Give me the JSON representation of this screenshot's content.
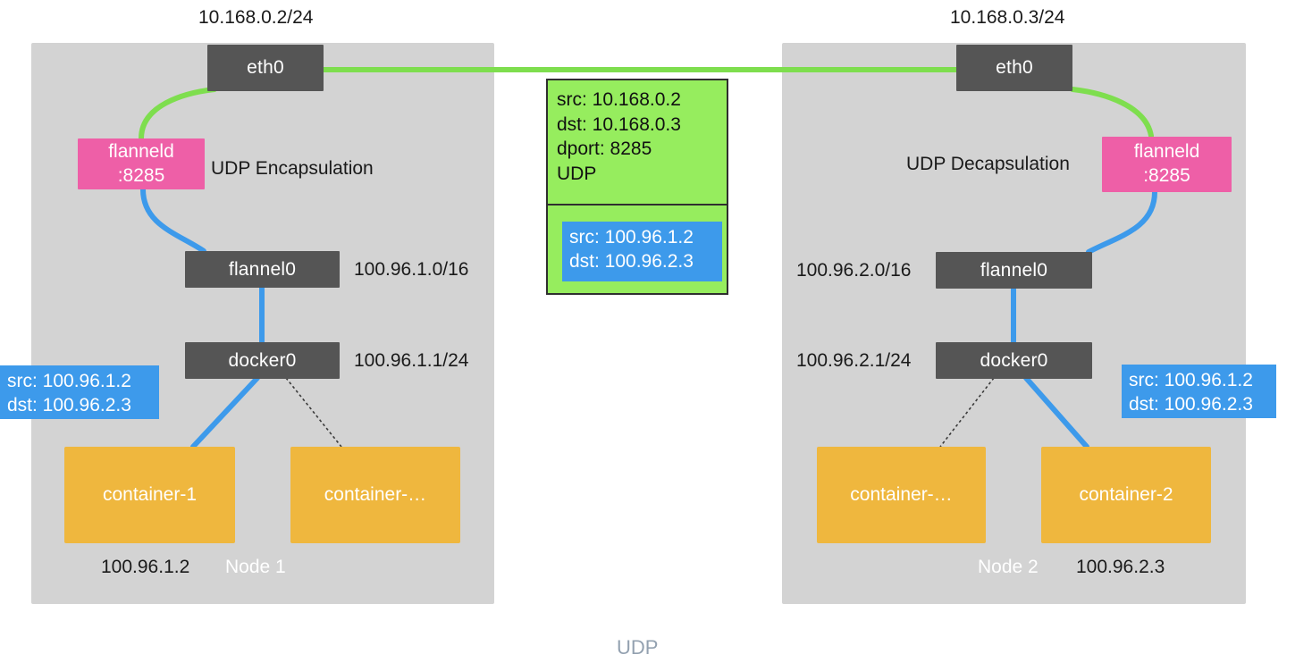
{
  "diagram": {
    "caption": "UDP",
    "nodes": [
      {
        "id": "node1",
        "name": "Node 1",
        "host_cidr": "10.168.0.2/24",
        "mode_label": "UDP Encapsulation",
        "interfaces": {
          "eth0": "eth0",
          "flanneld": {
            "name": "flanneld",
            "port": ":8285"
          },
          "flannel0": {
            "name": "flannel0",
            "cidr": "100.96.1.0/16"
          },
          "docker0": {
            "name": "docker0",
            "cidr": "100.96.1.1/24"
          }
        },
        "containers": [
          {
            "label": "container-1",
            "ip": "100.96.1.2"
          },
          {
            "label": "container-…",
            "ip": ""
          }
        ],
        "packet_tag": {
          "src": "src: 100.96.1.2",
          "dst": "dst: 100.96.2.3"
        }
      },
      {
        "id": "node2",
        "name": "Node 2",
        "host_cidr": "10.168.0.3/24",
        "mode_label": "UDP Decapsulation",
        "interfaces": {
          "eth0": "eth0",
          "flanneld": {
            "name": "flanneld",
            "port": ":8285"
          },
          "flannel0": {
            "name": "flannel0",
            "cidr": "100.96.2.0/16"
          },
          "docker0": {
            "name": "docker0",
            "cidr": "100.96.2.1/24"
          }
        },
        "containers": [
          {
            "label": "container-…",
            "ip": ""
          },
          {
            "label": "container-2",
            "ip": "100.96.2.3"
          }
        ],
        "packet_tag": {
          "src": "src: 100.96.1.2",
          "dst": "dst: 100.96.2.3"
        }
      }
    ],
    "packet": {
      "outer_header": {
        "src": "src: 10.168.0.2",
        "dst": "dst: 10.168.0.3",
        "dport": "dport: 8285",
        "proto": "UDP"
      },
      "inner_payload": {
        "src": "src: 100.96.1.2",
        "dst": "dst: 100.96.2.3"
      }
    },
    "colors": {
      "node_panel": "#d3d3d3",
      "interface": "#555555",
      "flanneld": "#ee5fa7",
      "container": "#efb73e",
      "overlay_link": "#7ede4e",
      "underlay_link": "#3d9aeb",
      "packet_outer": "#96ed5e",
      "packet_inner": "#3d9aeb",
      "caption": "#93a1b0"
    }
  }
}
